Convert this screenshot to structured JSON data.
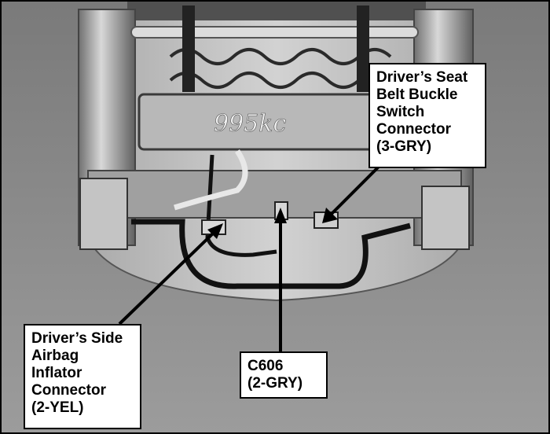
{
  "callouts": {
    "seat_belt": {
      "lines": [
        "Driver’s Seat",
        "Belt Buckle",
        "Switch",
        "Connector",
        "(3-GRY)"
      ]
    },
    "airbag": {
      "lines": [
        "Driver’s Side",
        "Airbag",
        "Inflator",
        "Connector",
        "(2-YEL)"
      ]
    },
    "c606": {
      "lines": [
        "C606",
        "(2-GRY)"
      ]
    }
  },
  "photo": {
    "handwriting": "995kc",
    "colors": {
      "backdrop": "#8f8f8f",
      "frame_metal": "#b5b5b5",
      "cushion": "#c8c8c8",
      "harness": "#111111",
      "arrow": "#000000"
    }
  }
}
